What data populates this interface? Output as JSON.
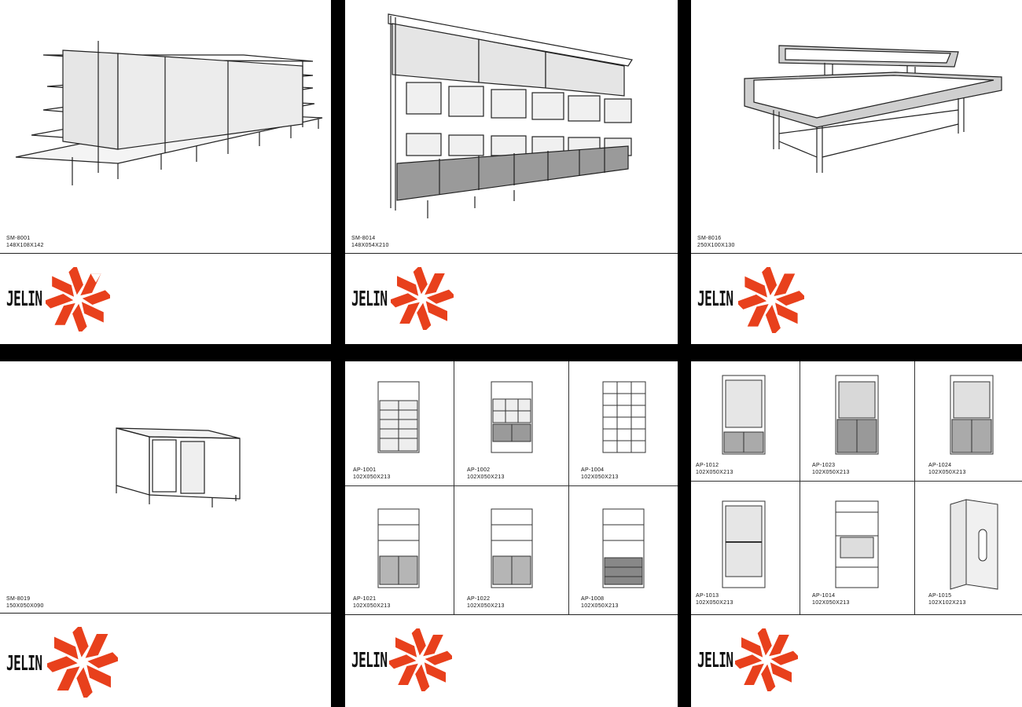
{
  "brand": {
    "wordmark": "JELIN",
    "accent_color": "#e8401c"
  },
  "top_cards": [
    {
      "code": "SM-8001",
      "dims": "148X108X142"
    },
    {
      "code": "SM-8014",
      "dims": "148X054X210"
    },
    {
      "code": "SM-8016",
      "dims": "250X100X130"
    }
  ],
  "bottom_left_card": {
    "code": "SM-8019",
    "dims": "150X050X090"
  },
  "ap_grid_a": [
    {
      "code": "AP-1001",
      "dims": "102X050X213"
    },
    {
      "code": "AP-1002",
      "dims": "102X050X213"
    },
    {
      "code": "AP-1004",
      "dims": "102X050X213"
    },
    {
      "code": "AP-1021",
      "dims": "102X050X213"
    },
    {
      "code": "AP-1022",
      "dims": "102X050X213"
    },
    {
      "code": "AP-1008",
      "dims": "102X050X213"
    }
  ],
  "ap_grid_b": [
    {
      "code": "AP-1012",
      "dims": "102X050X213"
    },
    {
      "code": "AP-1023",
      "dims": "102X050X213"
    },
    {
      "code": "AP-1024",
      "dims": "102X050X213"
    },
    {
      "code": "AP-1013",
      "dims": "102X050X213"
    },
    {
      "code": "AP-1014",
      "dims": "102X050X213"
    },
    {
      "code": "AP-1015",
      "dims": "102X102X213"
    }
  ]
}
